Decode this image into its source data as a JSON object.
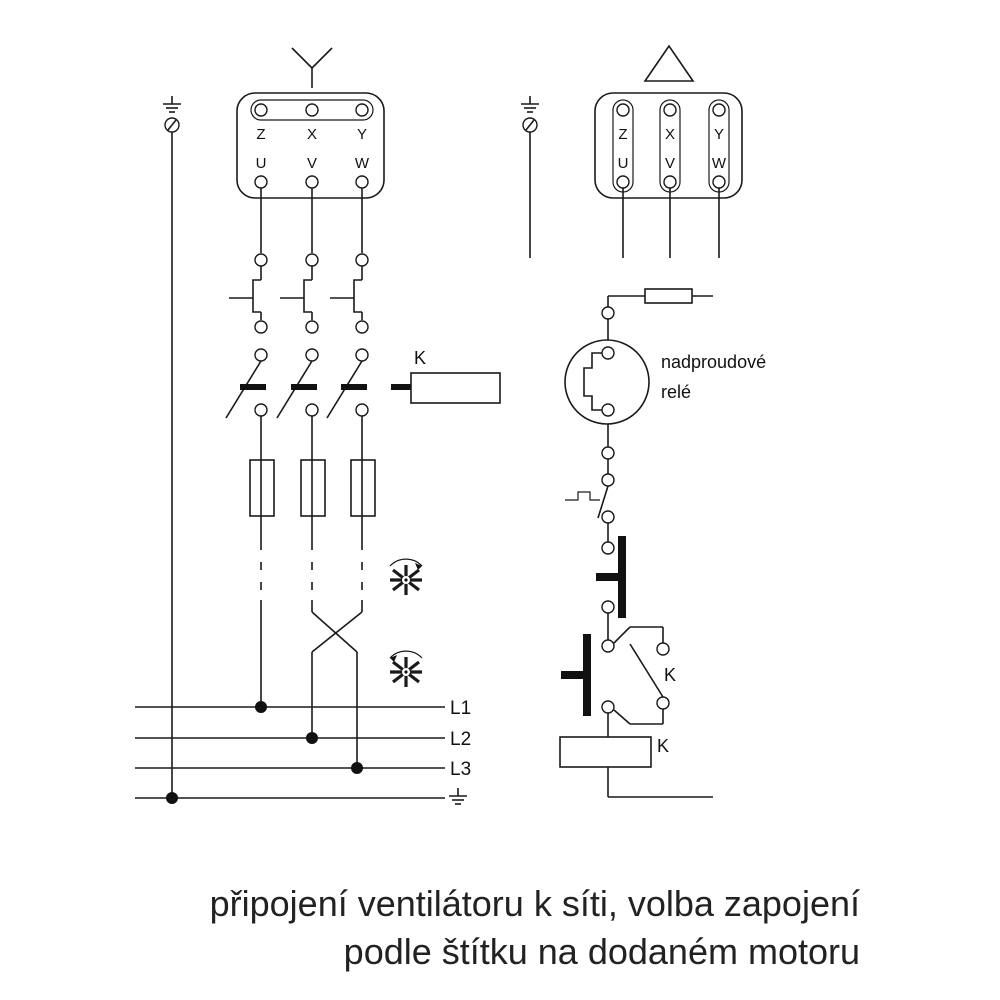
{
  "terminals": {
    "star": {
      "top": [
        "Z",
        "X",
        "Y"
      ],
      "bottom": [
        "U",
        "V",
        "W"
      ]
    },
    "delta": {
      "top": [
        "Z",
        "X",
        "Y"
      ],
      "bottom": [
        "U",
        "V",
        "W"
      ]
    }
  },
  "labels": {
    "contactor_k": "K",
    "overload_relay_line1": "nadproudové",
    "overload_relay_line2": "relé",
    "aux_contact_k": "K",
    "coil_k": "K"
  },
  "bus_lines": [
    "L1",
    "L2",
    "L3"
  ],
  "caption": {
    "line1": "připojení ventilátoru k síti, volba zapojení",
    "line2": "podle štítku na dodaném motoru"
  }
}
